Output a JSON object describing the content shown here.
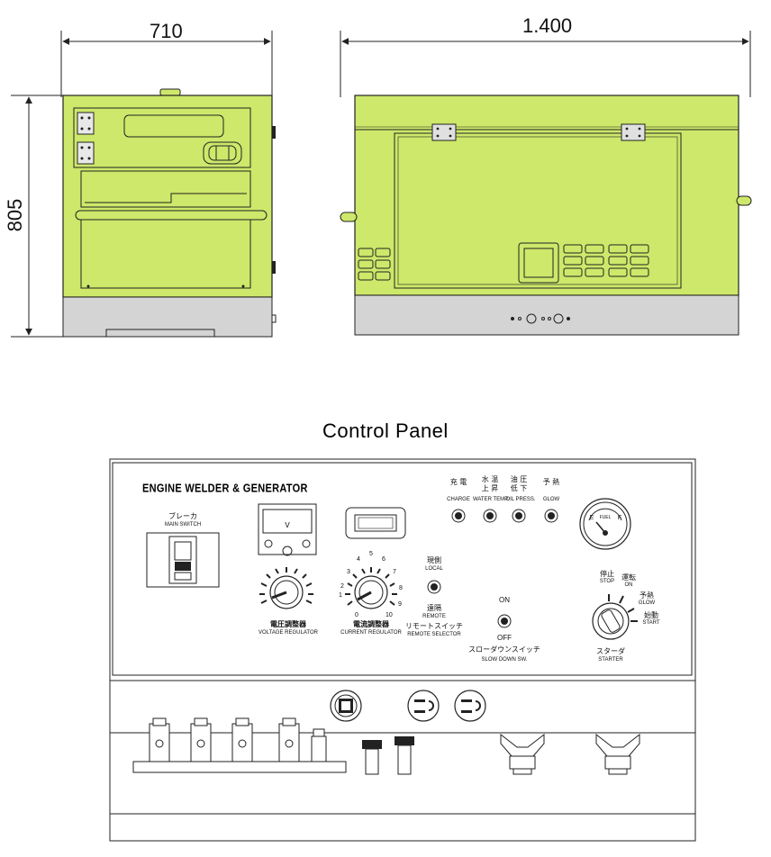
{
  "dimensions": {
    "front_width": "710",
    "side_length": "1.400",
    "height": "805"
  },
  "panel_title": "Control Panel",
  "control_panel": {
    "brand": "ENGINE WELDER & GENERATOR",
    "main_switch": {
      "jp": "ブレーカ",
      "en": "MAIN SWITCH"
    },
    "voltage_regulator": {
      "jp": "電圧調整器",
      "en": "VOLTAGE REGULATOR"
    },
    "current_regulator": {
      "jp": "電流調整器",
      "en": "CURRENT REGULATOR",
      "scale": [
        "1",
        "2",
        "3",
        "4",
        "5",
        "6",
        "7",
        "8",
        "9",
        "10"
      ],
      "zero": "0"
    },
    "remote_selector": {
      "local_jp": "現側",
      "local_en": "LOCAL",
      "remote_jp": "遠隔",
      "remote_en": "REMOTE",
      "jp": "リモートスイッチ",
      "en": "REMOTE SELECTOR"
    },
    "indicators": [
      {
        "jp": "充 電",
        "en": "CHARGE"
      },
      {
        "jp": "水 温\n上 昇",
        "en": "WATER TEMP."
      },
      {
        "jp": "油 圧\n低 下",
        "en": "OIL PRESS."
      },
      {
        "jp": "予 熱",
        "en": "GLOW"
      }
    ],
    "slow_down": {
      "on": "ON",
      "off": "OFF",
      "jp": "スローダウンスイッチ",
      "en": "SLOW DOWN SW."
    },
    "fuel_gauge": {
      "e": "E",
      "f": "F",
      "label": "FUEL"
    },
    "starter": {
      "jp": "スターダ",
      "en": "STARTER",
      "positions": [
        {
          "jp": "停止",
          "en": "STOP"
        },
        {
          "jp": "運転",
          "en": "ON"
        },
        {
          "jp": "予熱",
          "en": "GLOW"
        },
        {
          "jp": "始動",
          "en": "START"
        }
      ]
    }
  },
  "colors": {
    "body_green": "#cde86a",
    "base_gray": "#d4d4d4",
    "line": "#222222"
  }
}
